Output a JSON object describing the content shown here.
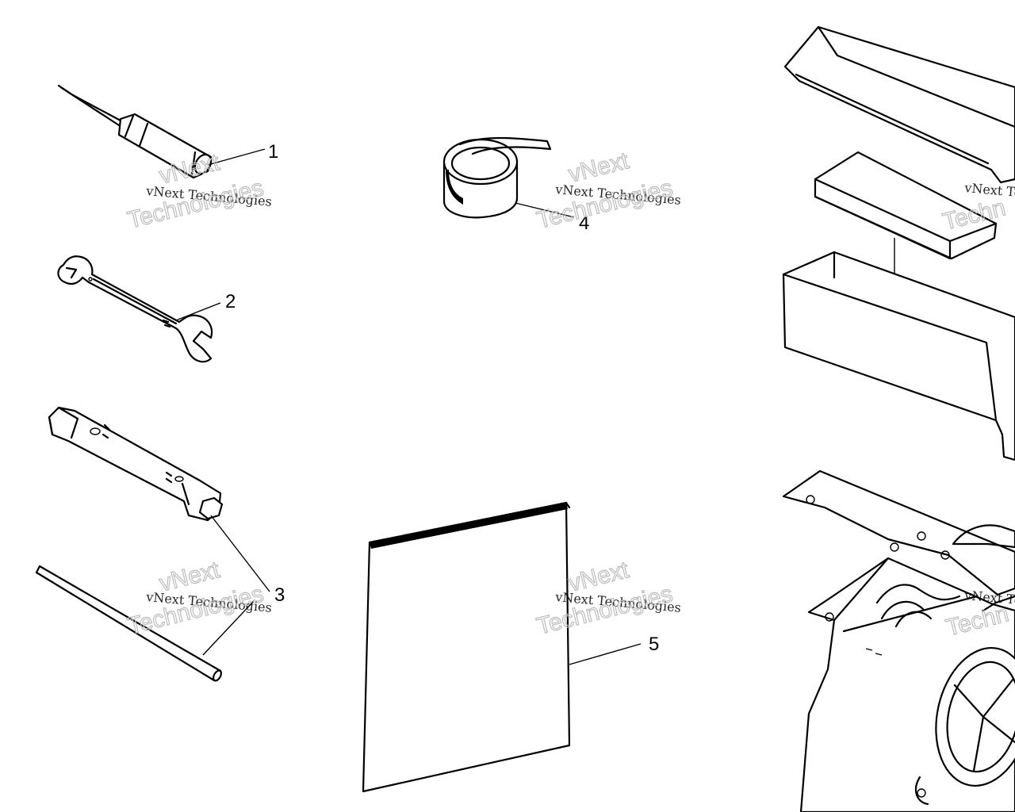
{
  "callouts": {
    "c1": "1",
    "c2": "2",
    "c3": "3",
    "c4": "4",
    "c5": "5"
  },
  "watermark": {
    "line_small": "vNext Technologies",
    "line_brand": "vNext",
    "line_large": "Technologies",
    "partial_small": "vNext Te",
    "partial_large": "Techn"
  },
  "parts": [
    {
      "callout": "1",
      "icon": "screwdriver-icon"
    },
    {
      "callout": "2",
      "icon": "open-end-wrench-icon"
    },
    {
      "callout": "3",
      "icon": "spark-plug-socket-wrench-icon"
    },
    {
      "callout": "4",
      "icon": "tape-roll-icon"
    },
    {
      "callout": "5",
      "icon": "owners-manual-icon"
    }
  ],
  "colors": {
    "line": "#000000",
    "background": "#ffffff",
    "watermark": "#bdbdbd"
  }
}
